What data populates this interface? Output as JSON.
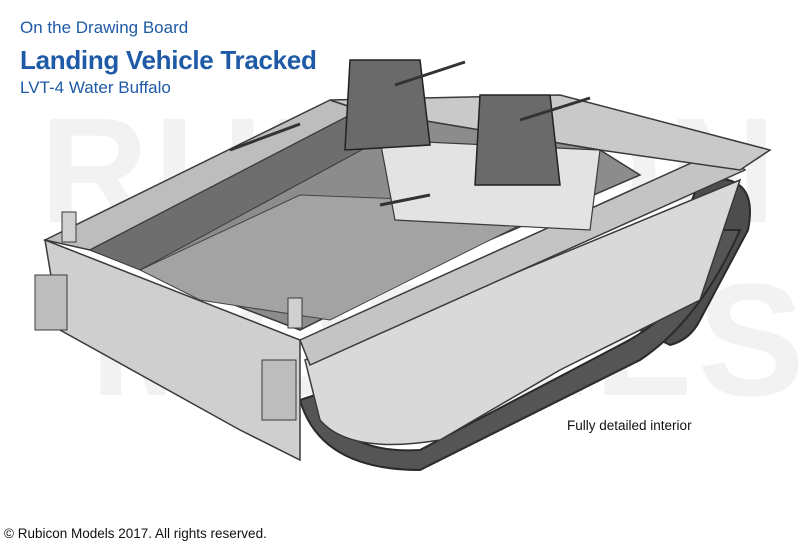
{
  "header": {
    "kicker": "On the Drawing Board",
    "title": "Landing Vehicle Tracked",
    "subtitle": "LVT-4 Water Buffalo"
  },
  "watermark": {
    "line1": "RUBICON",
    "line2": "MODELS"
  },
  "callout": "Fully detailed interior",
  "footer": {
    "copyright": "© Rubicon Models 2017. All rights reserved."
  },
  "colors": {
    "text_blue": "#1f5aa6",
    "hull_light": "#d9d9d9",
    "hull_mid": "#bdbdbd",
    "hull_dark": "#8c8c8c",
    "interior_dark": "#6e6e6e",
    "outline": "#3a3a3a",
    "watermark": "#f2f2f2"
  }
}
